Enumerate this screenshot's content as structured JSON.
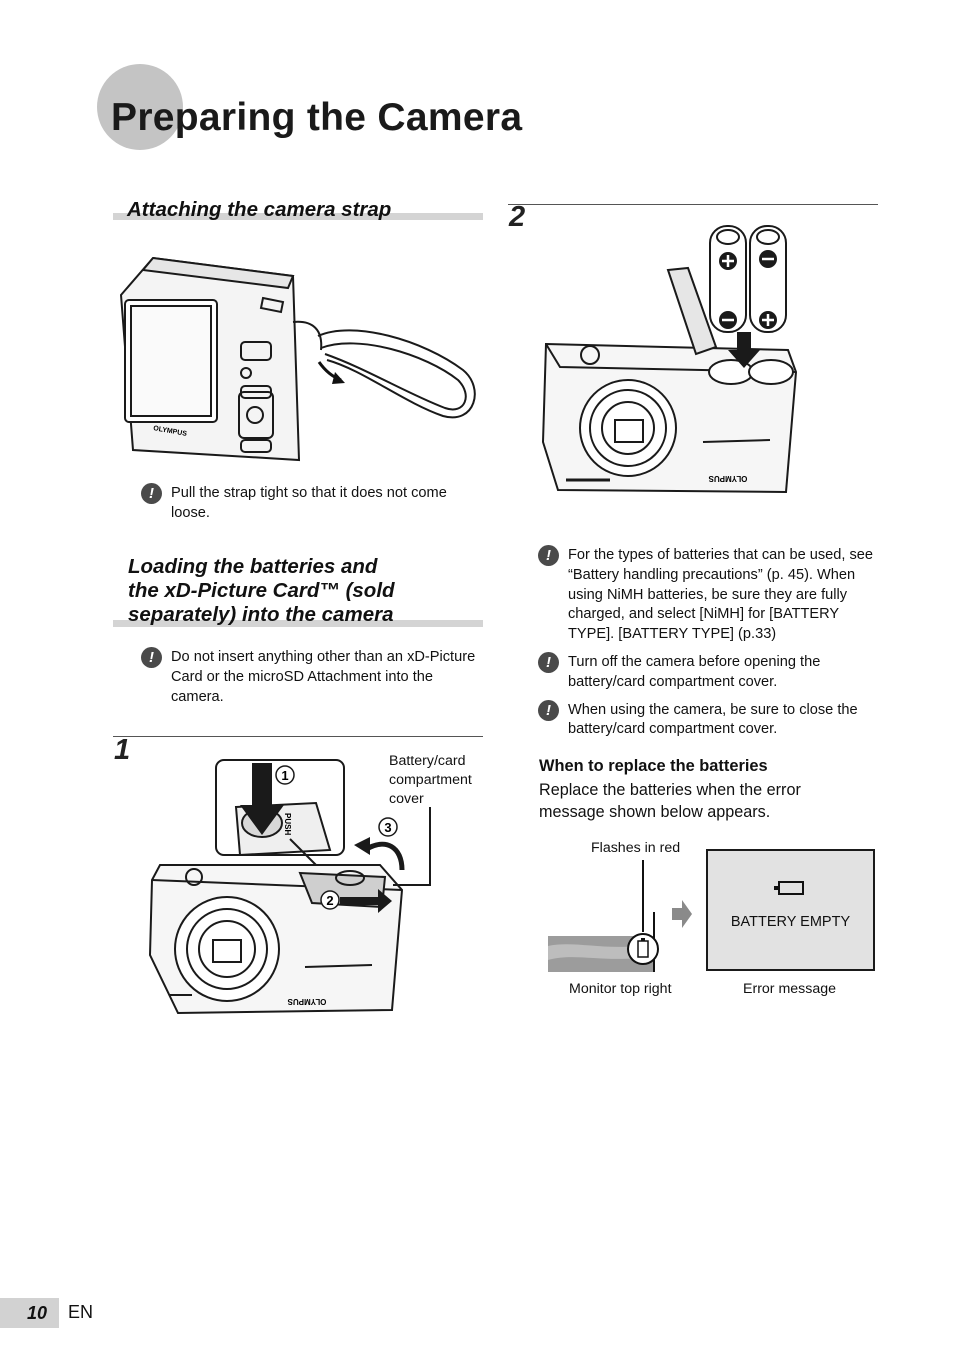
{
  "page": {
    "title": "Preparing the Camera",
    "page_number": "10",
    "language": "EN"
  },
  "strap_section": {
    "heading": "Attaching the camera strap",
    "note": "Pull the strap tight so that it does not come loose."
  },
  "loading_section": {
    "heading_line1": "Loading the batteries and",
    "heading_line2": "the xD-Picture Card™ (sold",
    "heading_line3": "separately) into the camera",
    "note": "Do not insert anything other than an xD-Picture Card or the microSD Attachment into the camera."
  },
  "step1": {
    "number": "1",
    "callout": "Battery/card compartment cover",
    "markers": [
      "1",
      "2",
      "3"
    ],
    "push_label": "PUSH"
  },
  "step2": {
    "number": "2",
    "notes": [
      "For the types of batteries that can be used, see “Battery handling precautions” (p. 45). When using NiMH batteries, be sure they are fully charged, and select [NiMH] for [BATTERY TYPE]. [BATTERY TYPE] (p.33)",
      "Turn off the camera before opening the battery/card compartment cover.",
      "When using the camera, be sure to close the battery/card compartment cover."
    ]
  },
  "replace": {
    "heading": "When to replace the batteries",
    "body": "Replace the batteries when the error message shown below appears.",
    "flashes_label": "Flashes in red",
    "monitor_label": "Monitor top right",
    "error_label": "Error message",
    "error_text": "BATTERY EMPTY"
  },
  "brand": "OLYMPUS",
  "icons": {
    "caution": "exclamation-icon",
    "battery": "battery-icon"
  },
  "colors": {
    "section_bar": "#d4d4d4",
    "title_circle": "#c4c4c4",
    "screen_box": "#e2e2e2"
  }
}
